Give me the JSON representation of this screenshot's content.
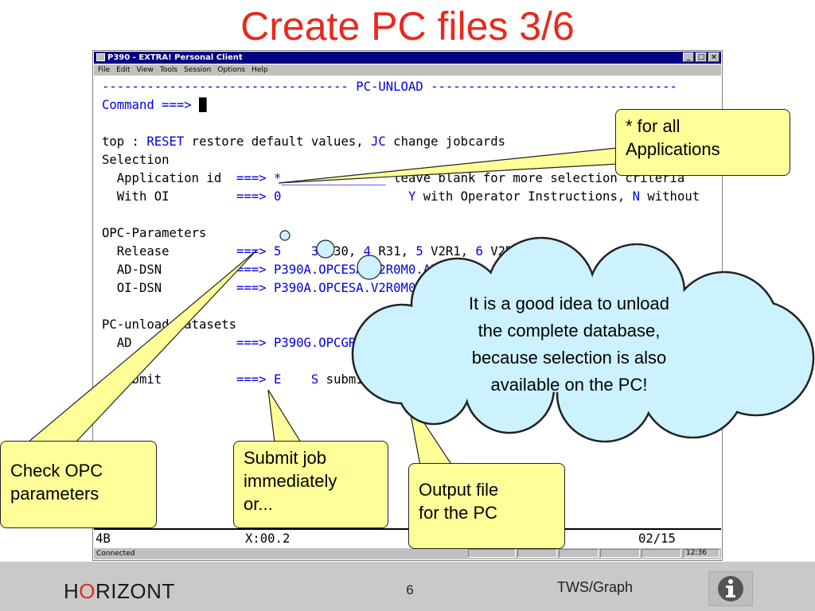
{
  "slide": {
    "title": "Create PC files 3/6",
    "page_number": "6",
    "footer_logo_h": "H",
    "footer_logo_o": "O",
    "footer_logo_rest": "RIZONT",
    "footer_product": "TWS/Graph"
  },
  "window": {
    "title": "P390 - EXTRA! Personal Client",
    "menu": [
      "File",
      "Edit",
      "View",
      "Tools",
      "Session",
      "Options",
      "Help"
    ],
    "status": "Connected",
    "clock": "12:36"
  },
  "terminal": {
    "header": "--------------------------------- PC-UNLOAD ---------------------------------",
    "command_label": "Command ===> ",
    "top_prefix": "top : ",
    "reset": "RESET",
    "reset_desc": " restore default values, ",
    "jc": "JC",
    "jc_desc": " change jobcards",
    "selection": "Selection",
    "app_label": "  Application id  ",
    "arrow": "===> ",
    "app_value": "*",
    "app_underline": "______________",
    "app_help": " leave blank for more selection criteria",
    "oi_label": "  With OI         ",
    "oi_value": "0",
    "oi_gap": "                 ",
    "y": "Y",
    "oi_mid": " with Operator Instructions, ",
    "n": "N",
    "oi_end": " without",
    "opc_params": "OPC-Parameters",
    "release_label": "  Release         ",
    "release_value": "5",
    "release_gap": "    ",
    "release_v3": "3",
    "release_r30": " R30, ",
    "release_v4": "4",
    "release_r31": " R31, ",
    "release_v5": "5",
    "release_v2r1": " V2R1, ",
    "release_v6": "6",
    "release_v2r2": " V2R2",
    "ad_label": "  AD-DSN          ",
    "ad_value": "P390A.OPCESA.V2R0M0.AD",
    "oi_dsn_label": "  OI-DSN          ",
    "oi_dsn_value": "P390A.OPCESA.V2R0M0.OI",
    "pc_unload": "PC-unload datasets",
    "pc_ad_label": "  AD              ",
    "pc_ad_value": "P390G.OPCGR.AD",
    "submit_label": "  Submit          ",
    "submit_value": "E",
    "submit_gap": "    ",
    "s": "S",
    "submit_desc": " submit",
    "foot_left": "4B",
    "foot_mid": "X:00.2",
    "foot_right": "02/15"
  },
  "callouts": {
    "all_apps_line1": "* for all",
    "all_apps_line2": "Applications",
    "cloud_line1": "It is a good idea to unload",
    "cloud_line2": "the complete database,",
    "cloud_line3": "because selection is also",
    "cloud_line4": "available on the PC!",
    "check_opc_line1": "Check OPC",
    "check_opc_line2": "parameters",
    "submit_line1": "Submit job",
    "submit_line2": "immediately",
    "submit_line3": "or...",
    "output_line1": "Output file",
    "output_line2": "for the PC"
  },
  "colors": {
    "title": "#e8291c",
    "terminal_keyword": "#0000e0",
    "callout_fill": "#ffff99",
    "cloud_fill": "#ccf2ff",
    "window_titlebar": "#000080",
    "footer": "#c9c9c9"
  },
  "icons": [
    "app-icon",
    "minimize-icon",
    "maximize-icon",
    "close-icon",
    "info-icon"
  ]
}
